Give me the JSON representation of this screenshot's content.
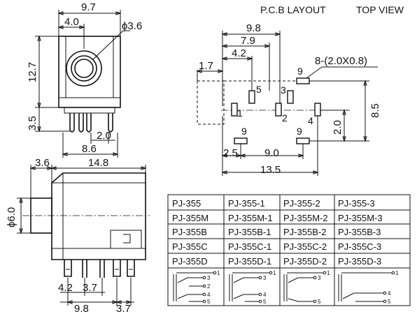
{
  "header": {
    "pcb_layout": "P.C.B LAYOUT",
    "top_view": "TOP VIEW"
  },
  "front_view": {
    "width": "9.7",
    "offset": "4.0",
    "hole_dia": "ϕ3.6",
    "height": "12.7",
    "pin_len": "3.5",
    "pin_gap": "2.0",
    "pin_span": "8.6"
  },
  "side_view": {
    "nose": "3.6",
    "length": "14.8",
    "dia": "ϕ6.0",
    "pin_a": "4.2",
    "pin_b": "3.7",
    "span": "9.8",
    "tail": "3.7"
  },
  "pcb": {
    "d_98": "9.8",
    "d_79": "7.9",
    "d_42": "4.2",
    "d_17": "1.7",
    "pad_size": "8-(2.0X0.8)",
    "d_85": "8.5",
    "d_20": "2.0",
    "d_25": "2.5",
    "d_90": "9.0",
    "d_135": "13.5",
    "pins": [
      "1",
      "2",
      "3",
      "4",
      "5",
      "9",
      "9",
      "9"
    ]
  },
  "models": {
    "rows": [
      [
        "PJ-355",
        "PJ-355-1",
        "PJ-355-2",
        "PJ-355-3"
      ],
      [
        "PJ-355M",
        "PJ-355M-1",
        "PJ-355M-2",
        "PJ-355M-3"
      ],
      [
        "PJ-355B",
        "PJ-355B-1",
        "PJ-355B-2",
        "PJ-355B-3"
      ],
      [
        "PJ-355C",
        "PJ-355C-1",
        "PJ-355C-2",
        "PJ-355C-3"
      ],
      [
        "PJ-355D",
        "PJ-355D-1",
        "PJ-355D-2",
        "PJ-355D-3"
      ]
    ],
    "schematics": [
      [
        "1",
        "3",
        "2",
        "4",
        "5"
      ],
      [
        "1",
        "3",
        "4",
        "5"
      ],
      [
        "1",
        "3",
        "5"
      ],
      [
        "1",
        "4",
        "5"
      ]
    ]
  }
}
